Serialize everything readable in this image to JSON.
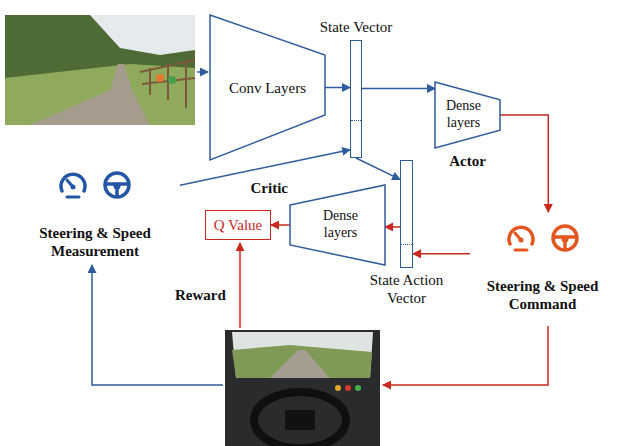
{
  "diagram": {
    "nodes": [
      {
        "text": [
          "Conv Layers"
        ]
      },
      {
        "text": [
          "State Vector"
        ]
      },
      {
        "text": [
          "Dense layers",
          "Actor"
        ]
      },
      {
        "text": [
          "Steering & Speed Measurement"
        ]
      },
      {
        "text": [
          "Critic",
          "Dense layers"
        ]
      },
      {
        "text": [
          "Q Value"
        ]
      },
      {
        "text": [
          "State Action Vector"
        ]
      },
      {
        "text": [
          "Steering & Speed Command"
        ]
      }
    ],
    "edges": [
      {
        "from": 0,
        "to": 1,
        "arrow": "to"
      },
      {
        "from": 1,
        "to": 2,
        "arrow": "to"
      },
      {
        "from": 3,
        "to": 1,
        "arrow": "to"
      },
      {
        "from": 2,
        "to": 7,
        "arrow": "to"
      },
      {
        "from": 7,
        "to": 6,
        "arrow": "to"
      },
      {
        "from": 1,
        "to": 6,
        "arrow": "to"
      },
      {
        "from": 6,
        "to": 4,
        "arrow": "to"
      },
      {
        "from": 4,
        "to": 5,
        "arrow": "to"
      }
    ],
    "labels": [
      "Reward"
    ]
  }
}
